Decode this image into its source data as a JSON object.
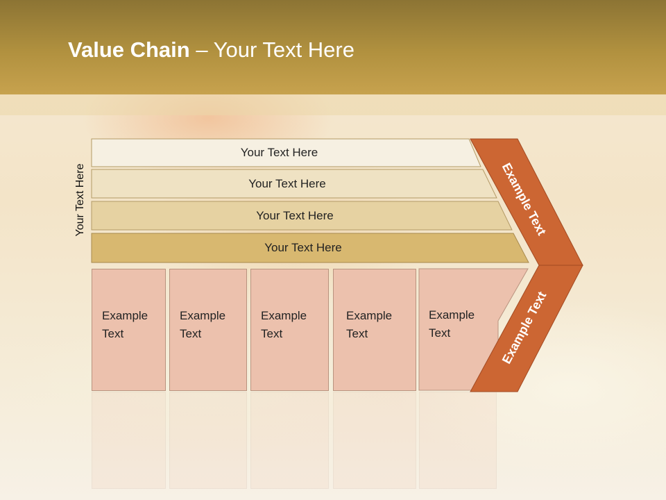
{
  "title": {
    "bold": "Value Chain",
    "rest": " – Your Text Here"
  },
  "side_label": "Your Text Here",
  "rows": [
    {
      "label": "Your Text Here",
      "color": "#f6f0e2"
    },
    {
      "label": "Your Text Here",
      "color": "#efe2c3"
    },
    {
      "label": "Your Text Here",
      "color": "#e6d2a2"
    },
    {
      "label": "Your Text Here",
      "color": "#d8b870"
    }
  ],
  "boxes": [
    {
      "line1": "Example",
      "line2": "Text"
    },
    {
      "line1": "Example",
      "line2": "Text"
    },
    {
      "line1": "Example",
      "line2": "Text"
    },
    {
      "line1": "Example",
      "line2": "Text"
    },
    {
      "line1": "Example",
      "line2": "Text"
    }
  ],
  "arrow": {
    "top_label": "Example Text",
    "bottom_label": "Example Text",
    "color": "#cc6633"
  }
}
